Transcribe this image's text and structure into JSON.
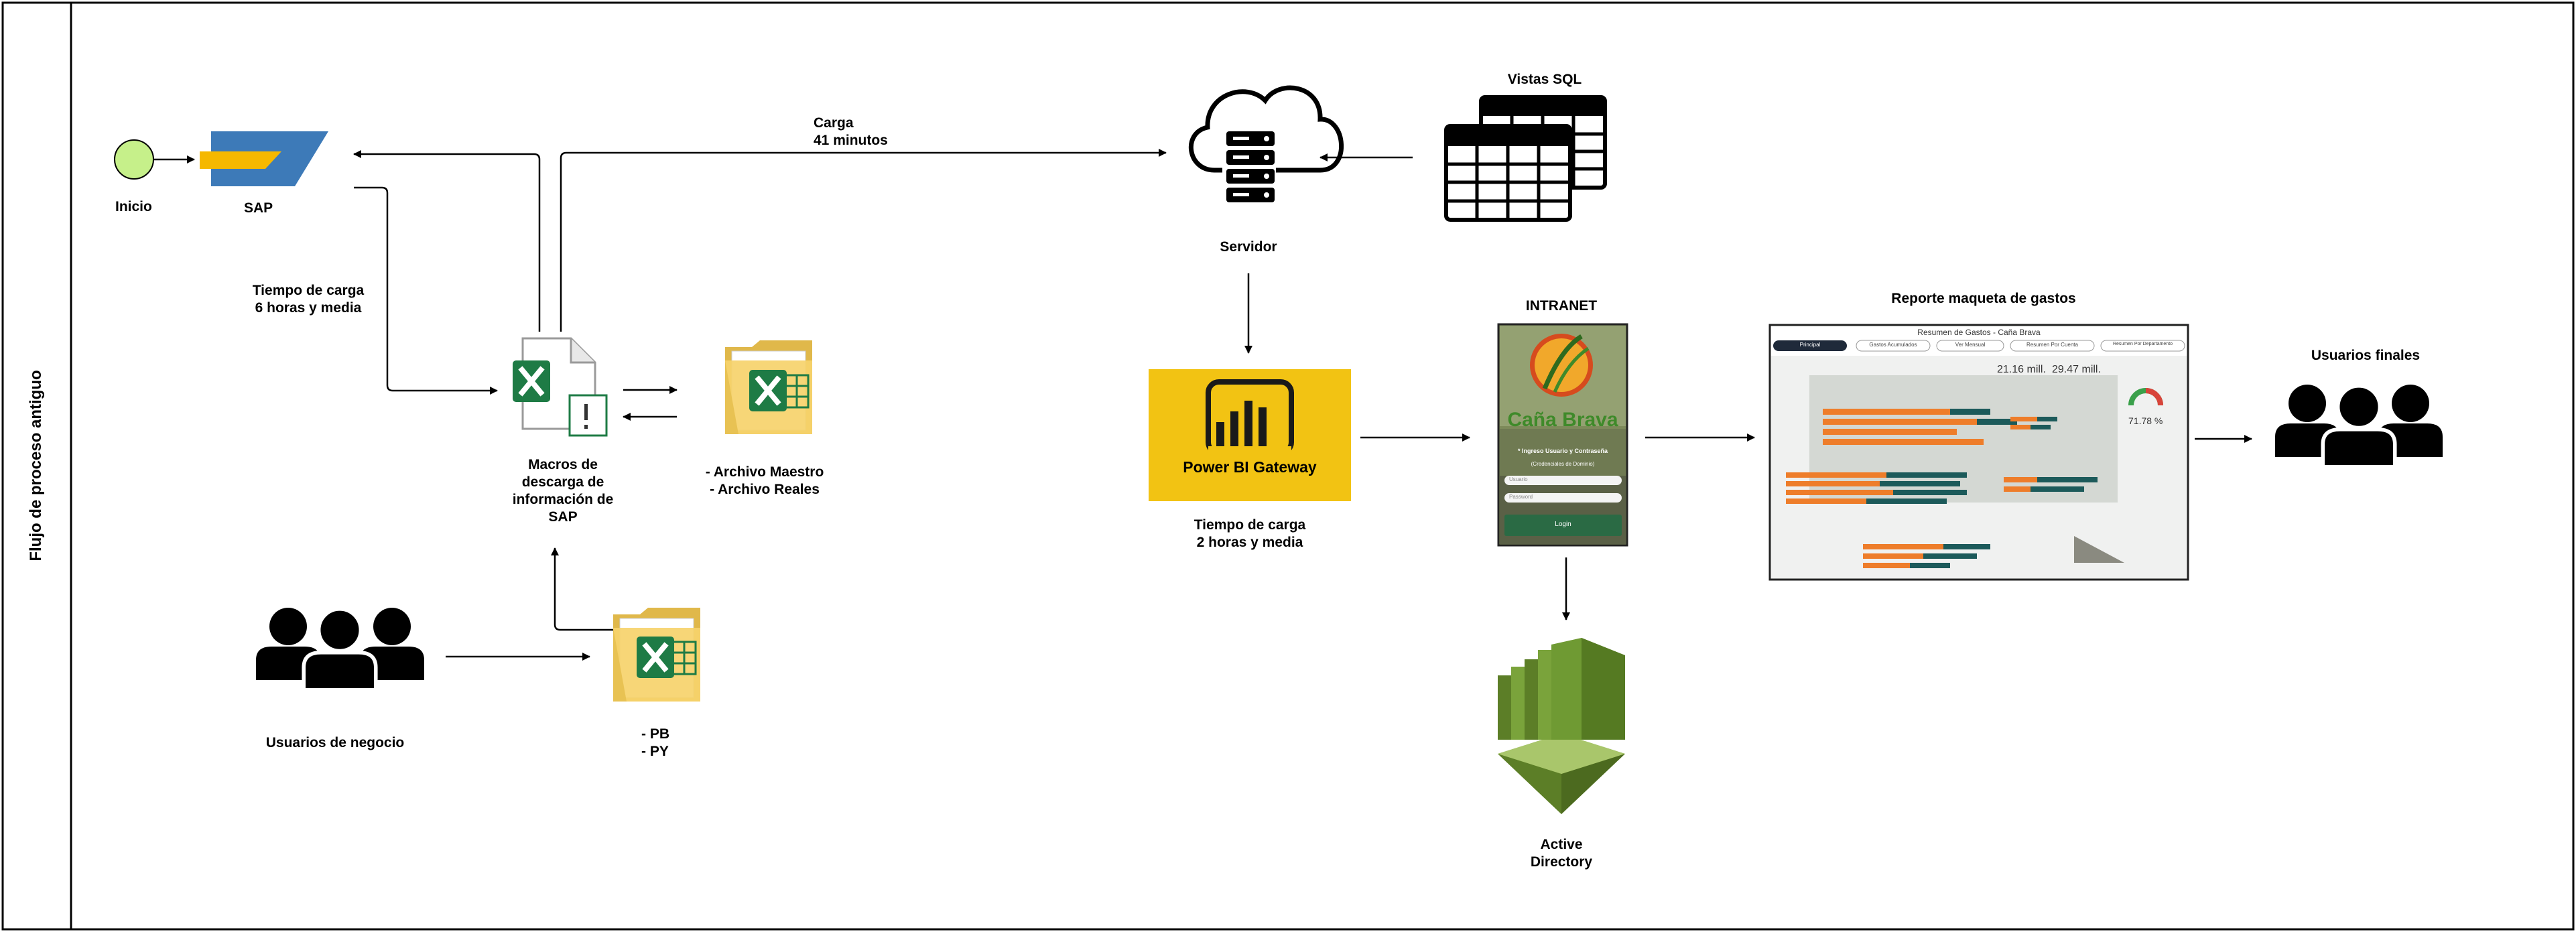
{
  "pool": {
    "title": "Flujo de proceso antiguo"
  },
  "labels": {
    "start": "Inicio",
    "sap": "SAP",
    "load_time_sap": "Tiempo de carga\n6 horas y media",
    "macros": "Macros de\ndescarga de\ninformación de\nSAP",
    "archivos": "- Archivo Maestro\n- Archivo Reales",
    "business_users": "Usuarios de negocio",
    "pb_py": "- PB\n- PY",
    "load_server": "Carga\n41 minutos",
    "server": "Servidor",
    "sql_views": "Vistas SQL",
    "gateway": "Power BI Gateway",
    "load_time_gateway": "Tiempo de carga\n2 horas y media",
    "intranet": "INTRANET",
    "active_directory": "Active\nDirectory",
    "report": "Reporte maqueta de gastos",
    "final_users": "Usuarios finales"
  },
  "intranet_screen": {
    "brand": "Caña Brava",
    "subtitle": "* Ingreso Usuario y Contraseña",
    "caption": "(Credenciales de Dominio)",
    "user_placeholder": "Usuario",
    "password_placeholder": "Password",
    "login_button": "Login"
  },
  "report_thumbnail": {
    "title": "Resumen de Gastos - Caña Brava",
    "tabs": [
      "Principal",
      "Gastos Acumulados",
      "Ver Mensual",
      "Resumen Por Cuenta",
      "Resumen Por Departamento"
    ],
    "kpi_1": "21.16 mill.",
    "kpi_2": "29.47 mill.",
    "gauge_value": "71.78 %"
  },
  "colors": {
    "start_event": "#c6f08a",
    "sap_blue": "#3d7ab8",
    "sap_gold": "#f5b800",
    "excel_green": "#1e7b45",
    "folder_yellow": "#f6d36b",
    "gateway_yellow": "#f2c313",
    "ad_green": "#7aa33b"
  }
}
